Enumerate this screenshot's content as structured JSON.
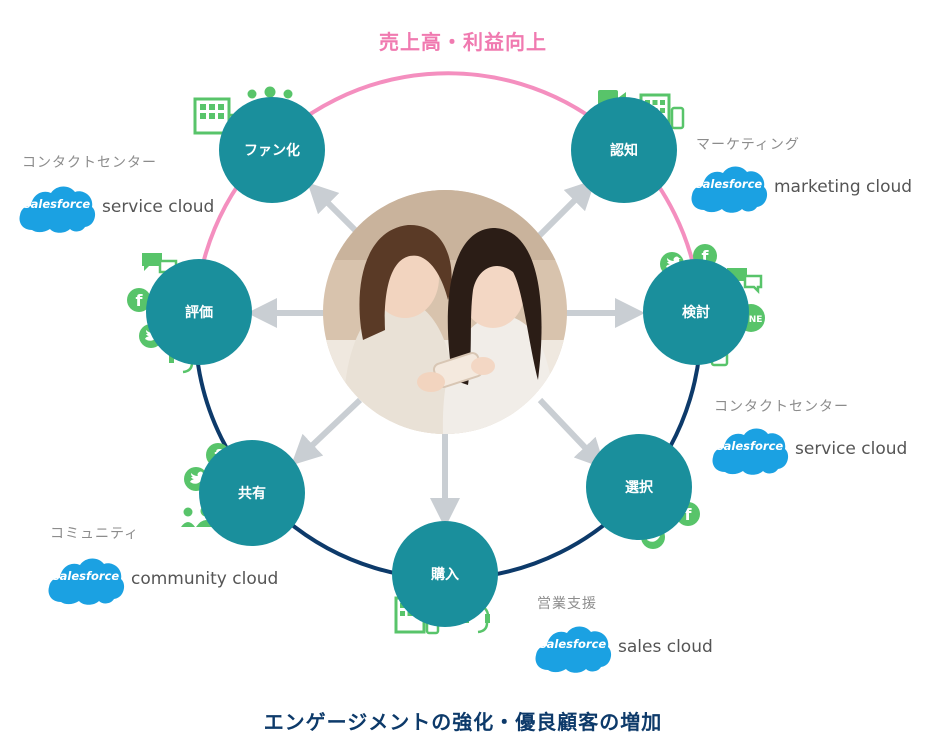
{
  "top_title": "売上高・利益向上",
  "bottom_title": "エンゲージメントの強化・優良顧客の増加",
  "stages": {
    "fan": "ファン化",
    "awareness": "認知",
    "review": "評価",
    "consider": "検討",
    "share": "共有",
    "select": "選択",
    "purchase": "購入"
  },
  "groups": {
    "marketing": {
      "label": "マーケティング",
      "product": "marketing cloud"
    },
    "contact_left": {
      "label": "コンタクトセンター",
      "product": "service cloud"
    },
    "contact_right": {
      "label": "コンタクトセンター",
      "product": "service cloud"
    },
    "community": {
      "label": "コミュニティ",
      "product": "community cloud"
    },
    "sales": {
      "label": "営業支援",
      "product": "sales cloud"
    }
  },
  "brand": "salesforce",
  "line_badge": "LINE",
  "colors": {
    "pink_arc": "#f48fbf",
    "navy_arc": "#0d3a6a",
    "stage_teal": "#1a8f9c",
    "icon_green": "#58c46a",
    "salesforce_blue": "#1ba1e2",
    "arrow_gray": "#c9ced3"
  }
}
